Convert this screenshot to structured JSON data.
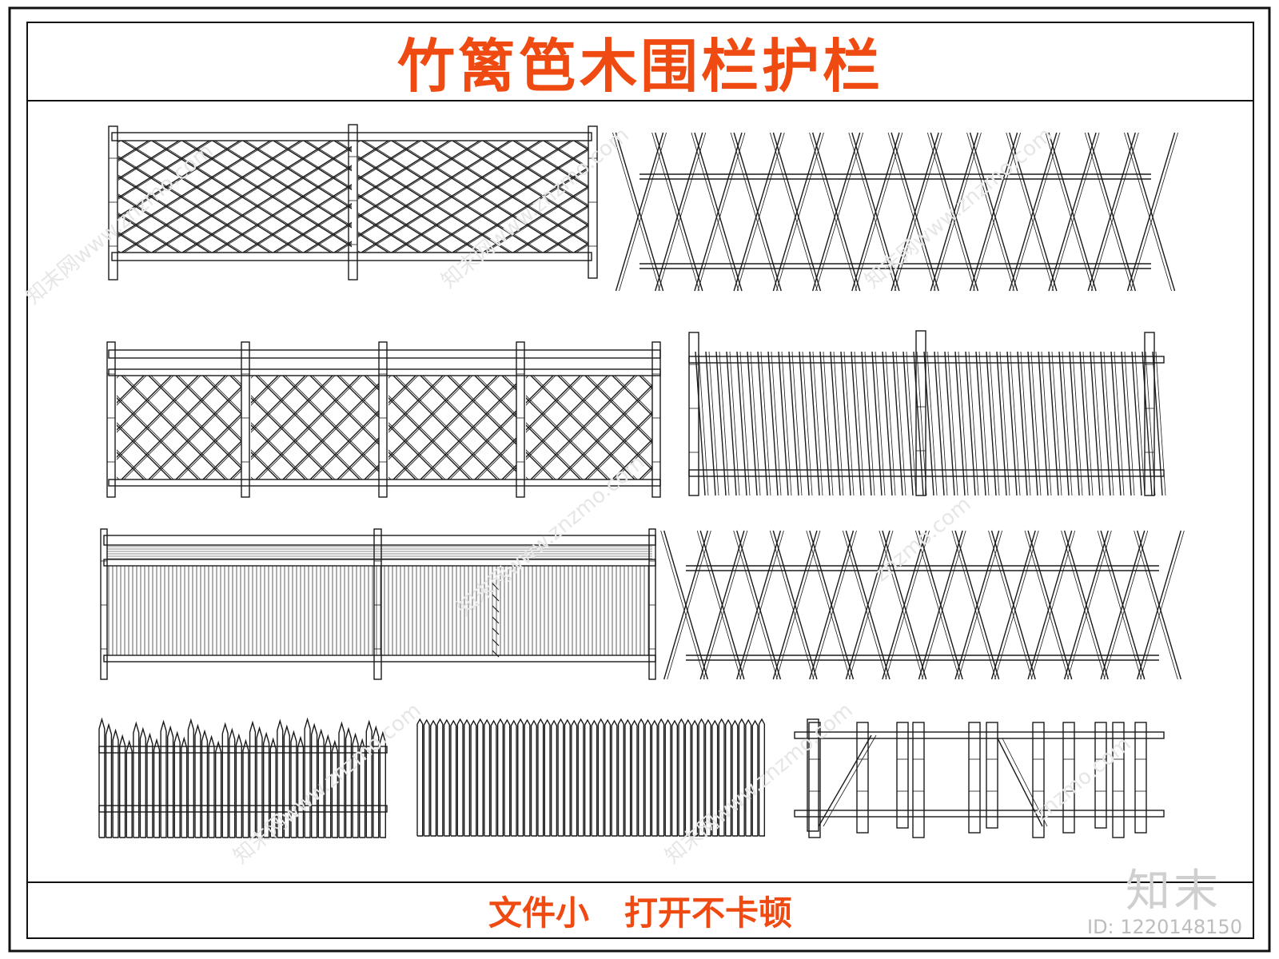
{
  "title": "竹篱笆木围栏护栏",
  "footer": {
    "left": "文件小",
    "right": "打开不卡顿"
  },
  "watermark": {
    "logo": "知末",
    "id": "ID: 1220148150",
    "site": "znzmo.com",
    "site_cn": "知末网www.znzmo.com"
  },
  "colors": {
    "title": "#ef4a12",
    "footer": "#ef4a12",
    "line": "#1a1a1a"
  },
  "fences": [
    {
      "name": "diamond-lattice-fence",
      "style": "lattice",
      "panels": 2
    },
    {
      "name": "crossed-stake-fence-top",
      "style": "crossed",
      "count": 13
    },
    {
      "name": "square-lattice-fence",
      "style": "lattice-square",
      "panels": 4
    },
    {
      "name": "slanted-rod-fence",
      "style": "slanted",
      "panels": 2
    },
    {
      "name": "bamboo-screen-fence",
      "style": "screen",
      "panels": 2
    },
    {
      "name": "crossed-stake-fence-middle",
      "style": "crossed",
      "count": 13
    },
    {
      "name": "pointed-picket-fence",
      "style": "picket",
      "count": 42
    },
    {
      "name": "flat-picket-fence",
      "style": "flat-picket",
      "count": 52
    },
    {
      "name": "rustic-bamboo-fence",
      "style": "rustic"
    }
  ]
}
